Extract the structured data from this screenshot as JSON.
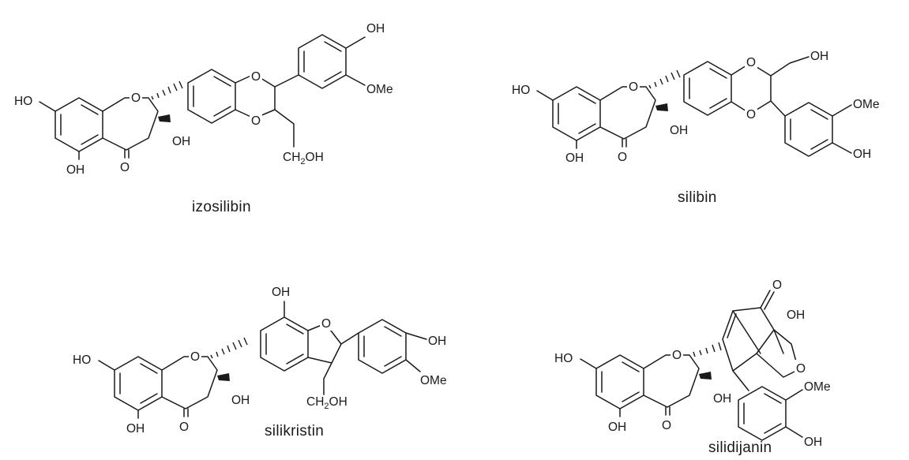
{
  "compounds": [
    {
      "name": "izosilibin",
      "atoms": {
        "ho7": "HO",
        "oh5": "OH",
        "o4": "O",
        "oh3": "OH",
        "o1": "O",
        "od1": "O",
        "od2": "O",
        "oh4p": "OH",
        "ome3p": "OMe",
        "ch2oh": "CH2OH"
      }
    },
    {
      "name": "silibin",
      "atoms": {
        "ho7": "HO",
        "oh5": "OH",
        "o4": "O",
        "oh3": "OH",
        "o1": "O",
        "od1": "O",
        "od2": "O",
        "ch2oh": "OH",
        "ome3p": "OMe",
        "oh4p": "OH"
      }
    },
    {
      "name": "silikristin",
      "atoms": {
        "ho7": "HO",
        "oh5": "OH",
        "o4": "O",
        "oh3": "OH",
        "o1": "O",
        "oh7b": "OH",
        "ofur": "O",
        "oh4p": "OH",
        "ome3p": "OMe",
        "ch2oh": "CH2OH"
      }
    },
    {
      "name": "silidijanin",
      "atoms": {
        "ho7": "HO",
        "oh5": "OH",
        "o4": "O",
        "oh3": "OH",
        "o1": "O",
        "oket": "O",
        "ohcage": "OH",
        "ofur": "O",
        "ome3p": "OMe",
        "oh4p": "OH"
      }
    }
  ]
}
